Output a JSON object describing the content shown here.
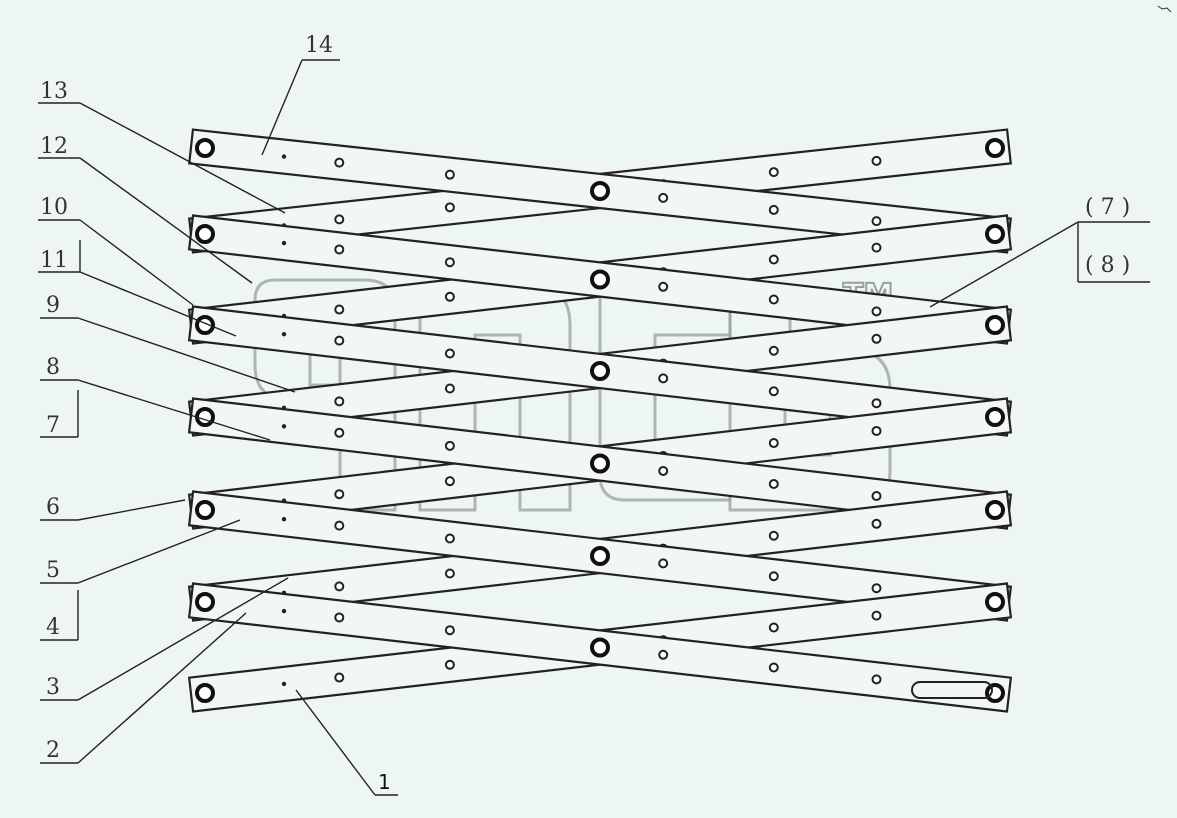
{
  "diagram": {
    "part_labels": {
      "p14": "14",
      "p13": "13",
      "p12": "12",
      "p10": "10",
      "p11": "11",
      "p9": "9",
      "p8": "8",
      "p7": "7",
      "p6": "6",
      "p5": "5",
      "p4": "4",
      "p3": "3",
      "p2": "2",
      "p1": "1",
      "r7": "( 7 )",
      "r8": "( 8 )"
    },
    "watermark": "TM"
  }
}
